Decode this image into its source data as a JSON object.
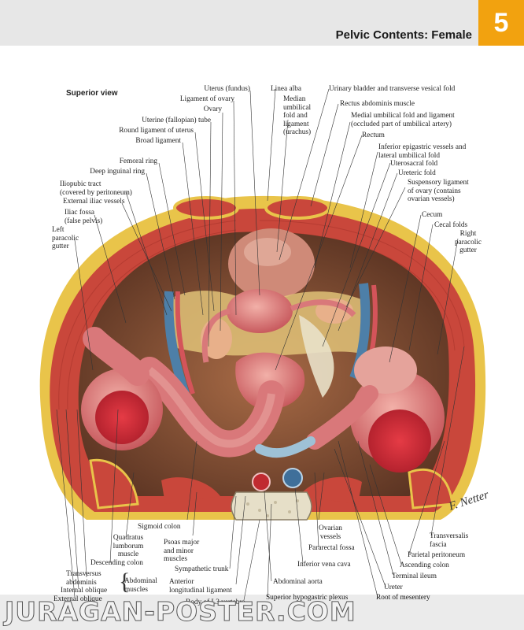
{
  "header": {
    "title": "Pelvic Contents: Female",
    "chapter": "5"
  },
  "view_label": "Superior view",
  "labels": {
    "uterus_fundus": "Uterus (fundus)",
    "ligament_of_ovary": "Ligament of ovary",
    "ovary": "Ovary",
    "uterine_tube": "Uterine (fallopian) tube",
    "round_ligament": "Round ligament of uterus",
    "broad_ligament": "Broad ligament",
    "femoral_ring": "Femoral ring",
    "deep_inguinal_ring": "Deep inguinal ring",
    "iliopubic_tract": [
      "Iliopubic tract",
      "(covered by peritoneum)"
    ],
    "external_iliac_vessels": "External iliac vessels",
    "iliac_fossa": [
      "Iliac fossa",
      "(false pelvis)"
    ],
    "left_paracolic_gutter": [
      "Left",
      "paracolic",
      "gutter"
    ],
    "linea_alba": "Linea alba",
    "median_umbilical_fold": [
      "Median",
      "umbilical",
      "fold and",
      "ligament",
      "(urachus)"
    ],
    "urinary_bladder": "Urinary bladder and transverse vesical fold",
    "rectus_abdominis": "Rectus abdominis muscle",
    "medial_umbilical_fold": [
      "Medial umbilical fold and ligament",
      "(occluded part of umbilical artery)"
    ],
    "rectum": "Rectum",
    "inferior_epigastric": [
      "Inferior epigastric vessels and",
      "lateral umbilical fold"
    ],
    "uterosacral_fold": "Uterosacral fold",
    "ureteric_fold": "Ureteric fold",
    "suspensory_ligament": [
      "Suspensory ligament",
      "of ovary (contains",
      "ovarian vessels)"
    ],
    "cecum": "Cecum",
    "cecal_folds": "Cecal folds",
    "right_paracolic_gutter": [
      "Right",
      "paracolic",
      "gutter"
    ],
    "sigmoid_colon": "Sigmoid colon",
    "quadratus_lumborum": [
      "Quadratus",
      "lumborum",
      "muscle"
    ],
    "psoas": [
      "Psoas major",
      "and minor",
      "muscles"
    ],
    "descending_colon": "Descending colon",
    "transversus_abdominis": [
      "Transversus",
      "abdominis"
    ],
    "internal_oblique": "Internal oblique",
    "external_oblique": "External oblique",
    "abdominal_muscles": [
      "Abdominal",
      "muscles"
    ],
    "sympathetic_trunk": "Sympathetic trunk",
    "anterior_longitudinal_ligament": [
      "Anterior",
      "longitudinal ligament"
    ],
    "body_l3": "Body of L3 vertebra",
    "ovarian_vessels": [
      "Ovarian",
      "vessels"
    ],
    "pararectal_fossa": "Pararectal fossa",
    "inferior_vena_cava": "Inferior vena cava",
    "abdominal_aorta": "Abdominal aorta",
    "superior_hypogastric_plexus": "Superior hypogastric plexus",
    "transversalis_fascia": [
      "Transversalis",
      "fascia"
    ],
    "parietal_peritoneum": "Parietal peritoneum",
    "ascending_colon": "Ascending colon",
    "terminal_ileum": "Terminal ileum",
    "ureter": "Ureter",
    "root_of_mesentery": "Root of mesentery"
  },
  "signature": "F. Netter",
  "watermark": "JURAGAN-POSTER.COM",
  "colors": {
    "header_bg": "#e7e7e7",
    "badge": "#f2a20f",
    "fat": "#e9c44a",
    "muscle": "#c9473b",
    "cavity": "#7a4a32",
    "bowel": "#d9787a",
    "vein": "#4d7fa8"
  }
}
